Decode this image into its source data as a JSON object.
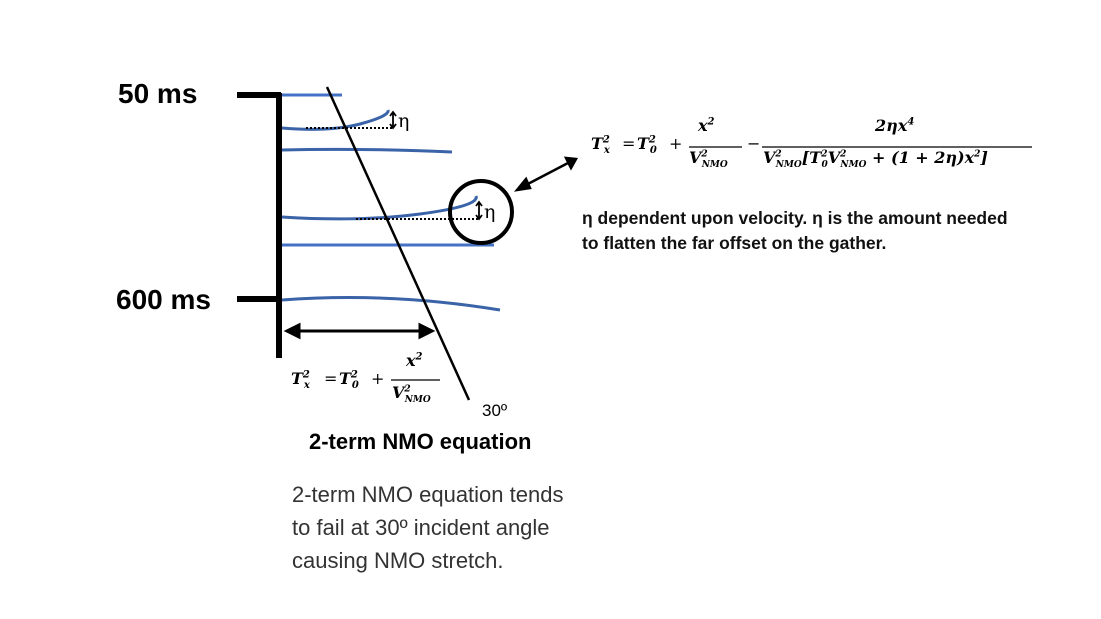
{
  "diagram": {
    "time_labels": {
      "top": "50 ms",
      "bottom": "600 ms"
    },
    "angle_label": "30º",
    "eta_symbol": "η",
    "equation_2term": {
      "lhs": "T",
      "lhs_sub": "x",
      "sq": "2",
      "eq": "=",
      "t0": "T",
      "t0_sub": "0",
      "plus": "+",
      "num": "x",
      "den": "V",
      "den_sub": "NMO"
    },
    "equation_title": "2-term NMO equation",
    "description": [
      "2-term NMO equation tends",
      "to fail at 30º incident angle",
      "causing NMO stretch."
    ],
    "eta_note": [
      "η dependent upon velocity. η is the amount needed",
      "to flatten the far offset on the gather."
    ],
    "equation_4term": {
      "num2": "2ηx",
      "num2_sup": "4",
      "bracket_open": "[",
      "plus_term": "+ (1 + 2η)x",
      "bracket_close": "]"
    },
    "colors": {
      "reflector": "#3a63a8",
      "reflector_flat": "#4472c4",
      "axis": "#000000"
    }
  }
}
